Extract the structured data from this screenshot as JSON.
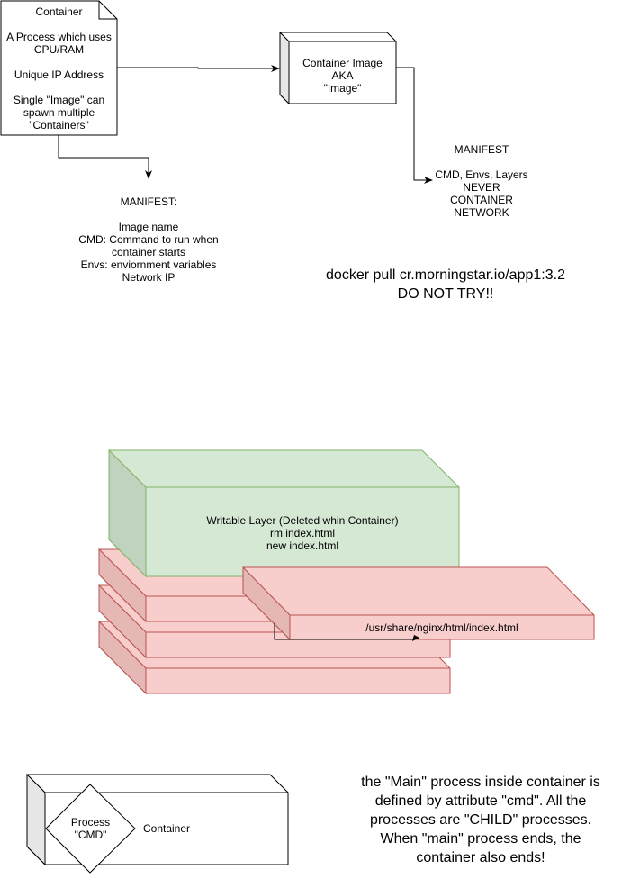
{
  "container_note": {
    "text": "Container\n\nA Process which uses\nCPU/RAM\n\nUnique IP Address\n\nSingle \"Image\" can\nspawn multiple\n\"Containers\""
  },
  "container_image": {
    "text": "Container Image\nAKA\n\"Image\""
  },
  "manifest_image": {
    "text": "MANIFEST\n\nCMD, Envs, Layers\nNEVER\nCONTAINER\nNETWORK"
  },
  "manifest_container": {
    "text": "MANIFEST:\n\nImage name\nCMD: Command to run when\ncontainer starts\nEnvs:  enviornment variables\nNetwork IP"
  },
  "docker_pull": {
    "text": "docker pull cr.morningstar.io/app1:3.2\nDO NOT TRY!!"
  },
  "writable_layer": {
    "text": "Writable Layer (Deleted whin Container)\nrm index.html\nnew index.html"
  },
  "nginx_layer": {
    "text": "/usr/share/nginx/html/index.html"
  },
  "process_box": {
    "process_label": "Process\n\"CMD\"",
    "container_label": "Container"
  },
  "main_process_note": {
    "text": "the \"Main\" process inside container is\ndefined by attribute \"cmd\". All the\nprocesses are \"CHILD\" processes.\nWhen \"main\" process ends, the\ncontainer also ends!"
  },
  "colors": {
    "green_fill": "#d5e8d4",
    "green_stroke": "#82b366",
    "red_fill": "#f8cecc",
    "red_stroke": "#b85450"
  }
}
